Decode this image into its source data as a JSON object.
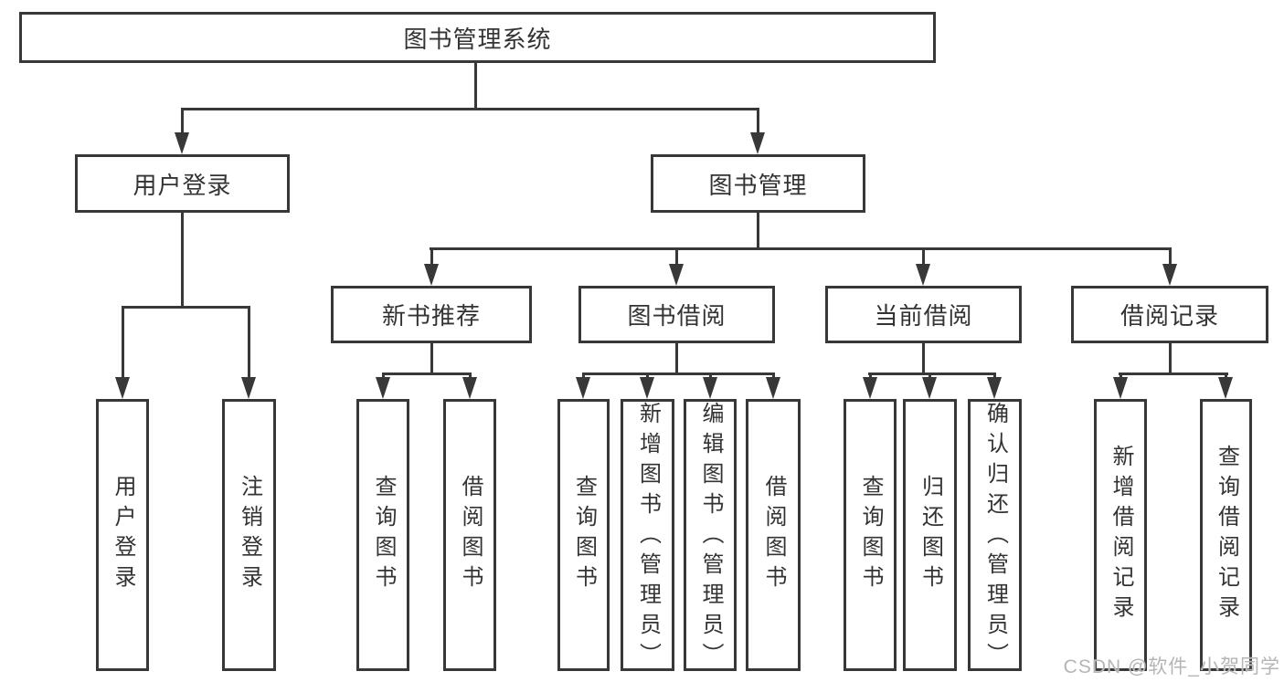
{
  "diagram": {
    "watermark": "CSDN @软件_小贺同学",
    "colors": {
      "line": "#383838",
      "text": "#333333",
      "background": "#ffffff",
      "watermark": "#b5b5b5"
    },
    "root": {
      "label": "图书管理系统"
    },
    "level2": [
      {
        "label": "用户登录"
      },
      {
        "label": "图书管理"
      }
    ],
    "level3": [
      {
        "label": "新书推荐"
      },
      {
        "label": "图书借阅"
      },
      {
        "label": "当前借阅"
      },
      {
        "label": "借阅记录"
      }
    ],
    "leaves": {
      "user_login": [
        {
          "label": "用户登录"
        },
        {
          "label": "注销登录"
        }
      ],
      "new_book": [
        {
          "label": "查询图书"
        },
        {
          "label": "借阅图书"
        }
      ],
      "book_borrow": [
        {
          "label": "查询图书"
        },
        {
          "label": "新增图书（管理员）"
        },
        {
          "label": "编辑图书（管理员）"
        },
        {
          "label": "借阅图书"
        }
      ],
      "current_borrow": [
        {
          "label": "查询图书"
        },
        {
          "label": "归还图书"
        },
        {
          "label": "确认归还（管理员）"
        }
      ],
      "borrow_record": [
        {
          "label": "新增借阅记录"
        },
        {
          "label": "查询借阅记录"
        }
      ]
    }
  }
}
